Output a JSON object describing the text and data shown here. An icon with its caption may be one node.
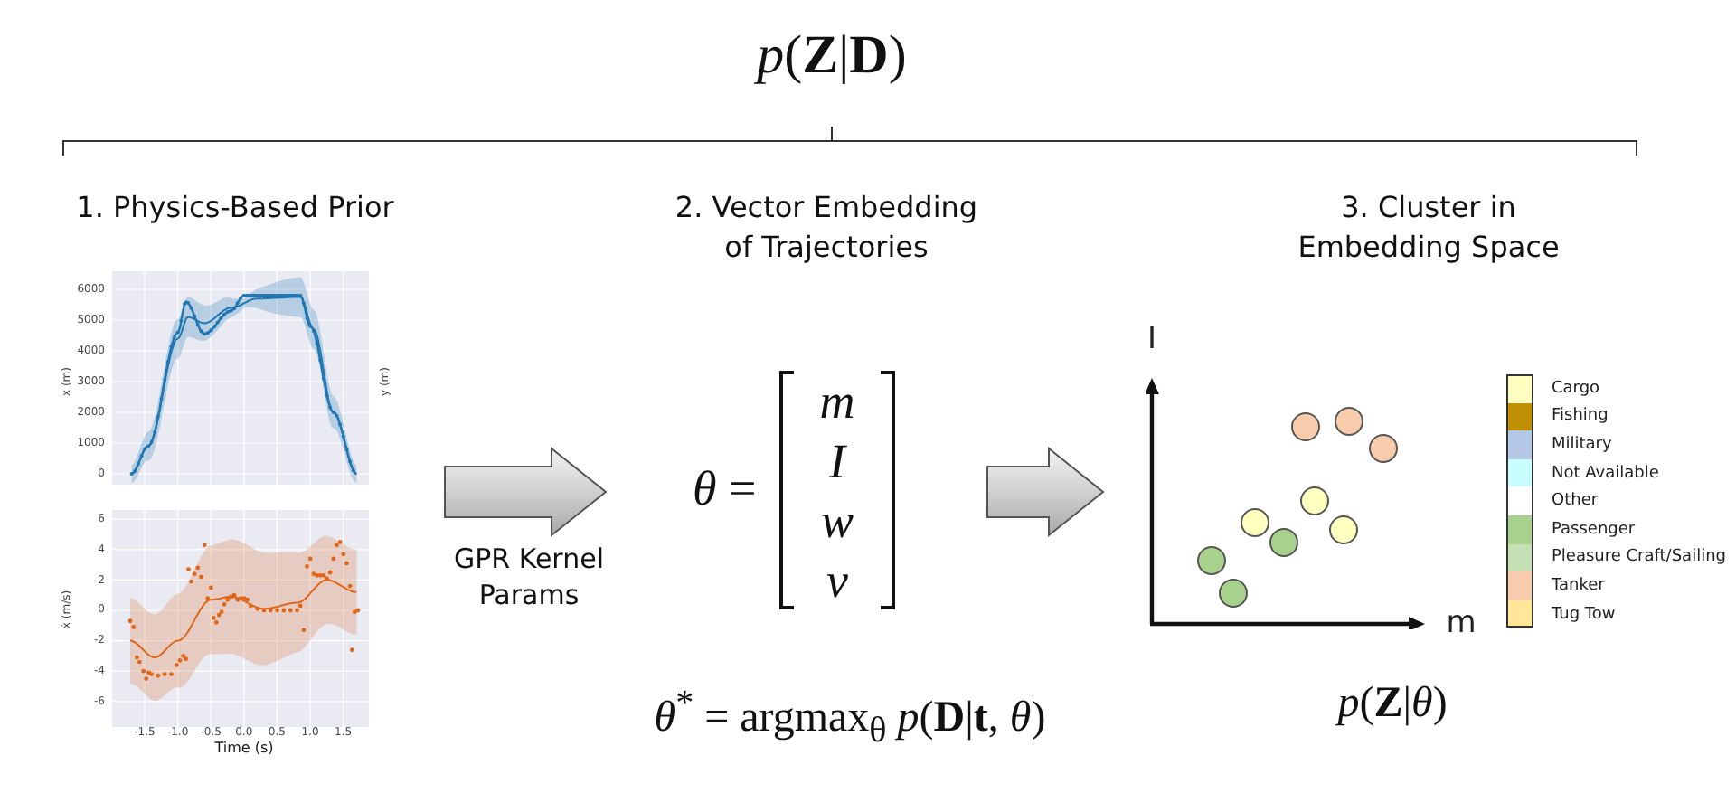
{
  "diagram": {
    "title": "*p*(**Z**|**D**)",
    "nodes": [
      {
        "text": [
          "1. Physics-Based Prior"
        ]
      },
      {
        "text": [
          "2. Vector Embedding of Trajectories",
          "*θ* =",
          "*m*",
          "*I*",
          "*w*",
          "*v*"
        ],
        "beside": [
          "*θ*$^{*}$ = argmax$_{θ}$ *p*(**D**|**t**, *θ*)"
        ]
      },
      {
        "text": [
          "3. Cluster in Embedding Space"
        ],
        "beside": [
          "*p*(**Z**|*θ*)"
        ]
      }
    ],
    "edges": [
      {
        "from": 0,
        "to": 1,
        "arrow": "to",
        "label": "GPR Kernel Params"
      },
      {
        "from": 1,
        "to": 2,
        "arrow": "to"
      }
    ],
    "labels": [
      "6000",
      "5000",
      "4000",
      "3000",
      "2000",
      "1000",
      "0",
      "x (m)",
      "y (m)",
      "6",
      "4",
      "2",
      "0",
      "-2",
      "-4",
      "-6",
      "ẋ (m/s)",
      "-1.5",
      "-1.0",
      "-0.5",
      "0.0",
      "0.5",
      "1.0",
      "1.5",
      "Time (s)",
      "I",
      "m"
    ],
    "legend": [
      {
        "text": "Cargo",
        "color": "#ffffc0"
      },
      {
        "text": "Fishing",
        "color": "#c09000"
      },
      {
        "text": "Military",
        "color": "#b4c7e7"
      },
      {
        "text": "Not Available",
        "color": "#c8ffff"
      },
      {
        "text": "Other",
        "color": "#ffffff"
      },
      {
        "text": "Passenger",
        "color": "#a9d18e"
      },
      {
        "text": "Pleasure Craft/Sailing",
        "color": "#c5e0b4"
      },
      {
        "text": "Tanker",
        "color": "#f8cbad"
      },
      {
        "text": "Tug Tow",
        "color": "#ffe699"
      }
    ]
  }
}
